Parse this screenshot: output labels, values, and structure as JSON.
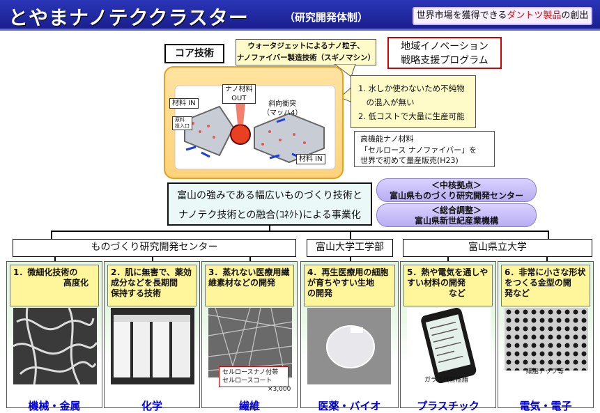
{
  "header": {
    "title": "とやまナノテククラスター",
    "subtitle": "（研究開発体制）",
    "tag_prefix": "世界市場を獲得できる",
    "tag_highlight": "ダントツ製品",
    "tag_suffix": "の創出"
  },
  "core": {
    "label": "コア技術",
    "callout_line1": "ウォータジェットによるナノ粒子、",
    "callout_line2": "ナノファイバー製造技術（スギノマシン）",
    "regional_line1": "地域イノベーション",
    "regional_line2": "戦略支援プログラム",
    "diagram": {
      "material_in_1": "材料 IN",
      "nano_out_line1": "ナノ材料",
      "nano_out_line2": "OUT",
      "collision_line1": "斜向衝突",
      "collision_line2": "（マッハ4）",
      "inlet_line1": "原料",
      "inlet_line2": "投入口",
      "material_in_2": "材料 IN"
    },
    "benefits": [
      "1. 水しか使わないため不純物",
      "　の混入が無い",
      "2. 低コストで大量に生産可能"
    ],
    "product_lines": [
      "高機能ナノ材料",
      "「セルロース ナノファイバー」を",
      "世界で初めて量産販売(H23)"
    ]
  },
  "center": {
    "line1": "富山の強みである幅広いものづくり技術と",
    "line2": "ナノテク技術との融合(ｺﾈｸﾄ)による事業化"
  },
  "hubs": [
    {
      "line1": "＜中核拠点＞",
      "line2": "富山県ものづくり研究開発センター"
    },
    {
      "line1": "＜総合調整＞",
      "line2": "富山県新世紀産業機構"
    }
  ],
  "orgs": [
    "ものづくり研究開発センター",
    "富山大学工学部",
    "富山県立大学"
  ],
  "columns": [
    {
      "head_line1": "1．微細化技術の",
      "head_line2": "　　　　　　高度化",
      "head_line3": "",
      "category": "機械・金属"
    },
    {
      "head_line1": "2．肌に無害で、薬効",
      "head_line2": "成分などを長期間",
      "head_line3": "保持する技術",
      "category": "化学"
    },
    {
      "head_line1": "3．蒸れない医療用繊",
      "head_line2": "維素材などの開発",
      "head_line3": "",
      "category": "繊維"
    },
    {
      "head_line1": "4．再生医療用の細胞",
      "head_line2": "が育ちやすい生地",
      "head_line3": "の開発",
      "category": "医薬・バイオ"
    },
    {
      "head_line1": "5．熱や電気を通しや",
      "head_line2": "すい材料の開発",
      "head_line3": "　　　　　など",
      "category": "プラスチック"
    },
    {
      "head_line1": "6．非常に小さな形状",
      "head_line2": "をつくる金型の開",
      "head_line3": "発など",
      "category": "電気・電子"
    }
  ],
  "notes": {
    "fiber_label_line1": "セルロースナノ付帯",
    "fiber_label_line2": "セルロースコート",
    "magnification": "×3,000",
    "glass_caption": "ガラス代替樹脂",
    "chip_caption": "細胞チップ等"
  },
  "colors": {
    "header_bg": "#1a1f8c",
    "accent_red": "#e00000",
    "category_blue": "#0000d8",
    "column_head_yellow": "#fff59a",
    "callout_yellow": "#fffbc8",
    "hub_purple": "#b9adf3"
  }
}
